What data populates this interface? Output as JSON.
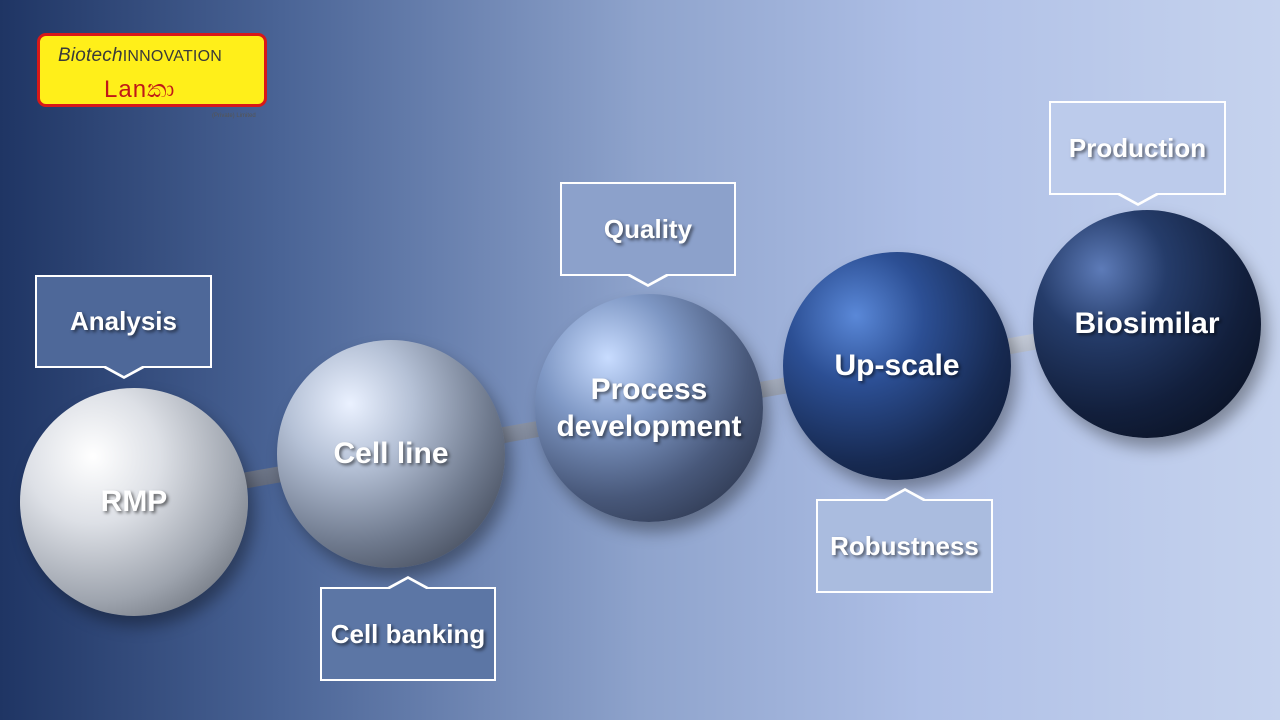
{
  "logo": {
    "line1_italic": "Biotech",
    "line1_caps": "INNOVATION",
    "line2": "Lanකා",
    "sub": "(Private) Limited"
  },
  "spheres": [
    {
      "label": "RMP"
    },
    {
      "label": "Cell line"
    },
    {
      "label": "Process\ndevelopment"
    },
    {
      "label": "Up-scale"
    },
    {
      "label": "Biosimilar"
    }
  ],
  "callouts": [
    {
      "label": "Analysis"
    },
    {
      "label": "Cell banking"
    },
    {
      "label": "Quality"
    },
    {
      "label": "Robustness"
    },
    {
      "label": "Production"
    }
  ],
  "colors": {
    "logo_fill": "#ffef1a",
    "logo_border": "#d81818",
    "text": "#ffffff"
  }
}
